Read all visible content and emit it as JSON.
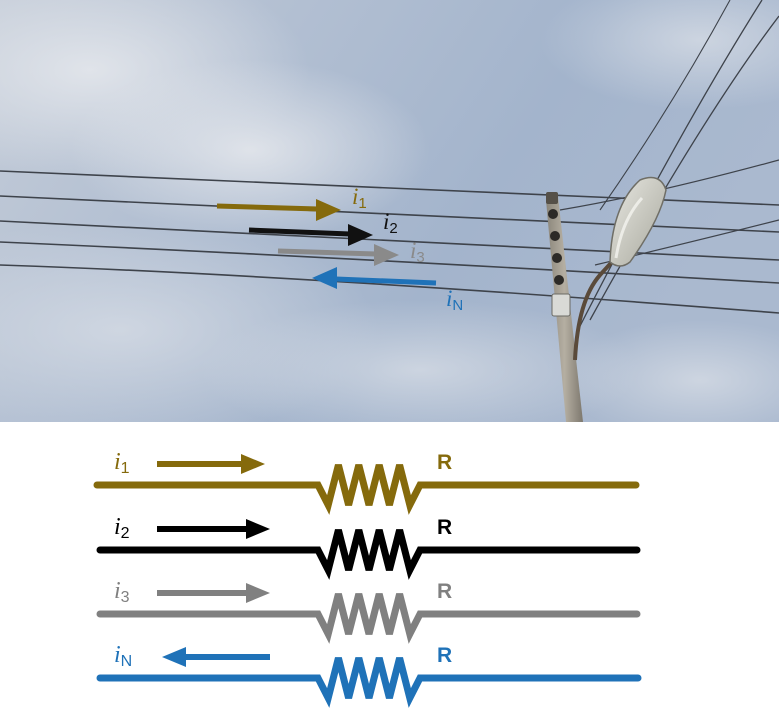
{
  "photo": {
    "arrows": [
      {
        "symbol": "i",
        "subscript": "1",
        "direction": "right",
        "color": "#856A0C"
      },
      {
        "symbol": "i",
        "subscript": "2",
        "direction": "right",
        "color": "#111111"
      },
      {
        "symbol": "i",
        "subscript": "3",
        "direction": "right",
        "color": "#8A8A8A"
      },
      {
        "symbol": "i",
        "subscript": "N",
        "direction": "left",
        "color": "#1F72B8"
      }
    ]
  },
  "circuit": {
    "rows": [
      {
        "symbol": "i",
        "subscript": "1",
        "direction": "right",
        "resistor_label": "R",
        "color": "#856A0C"
      },
      {
        "symbol": "i",
        "subscript": "2",
        "direction": "right",
        "resistor_label": "R",
        "color": "#000000"
      },
      {
        "symbol": "i",
        "subscript": "3",
        "direction": "right",
        "resistor_label": "R",
        "color": "#808080"
      },
      {
        "symbol": "i",
        "subscript": "N",
        "direction": "left",
        "resistor_label": "R",
        "color": "#1F72B8"
      }
    ]
  }
}
